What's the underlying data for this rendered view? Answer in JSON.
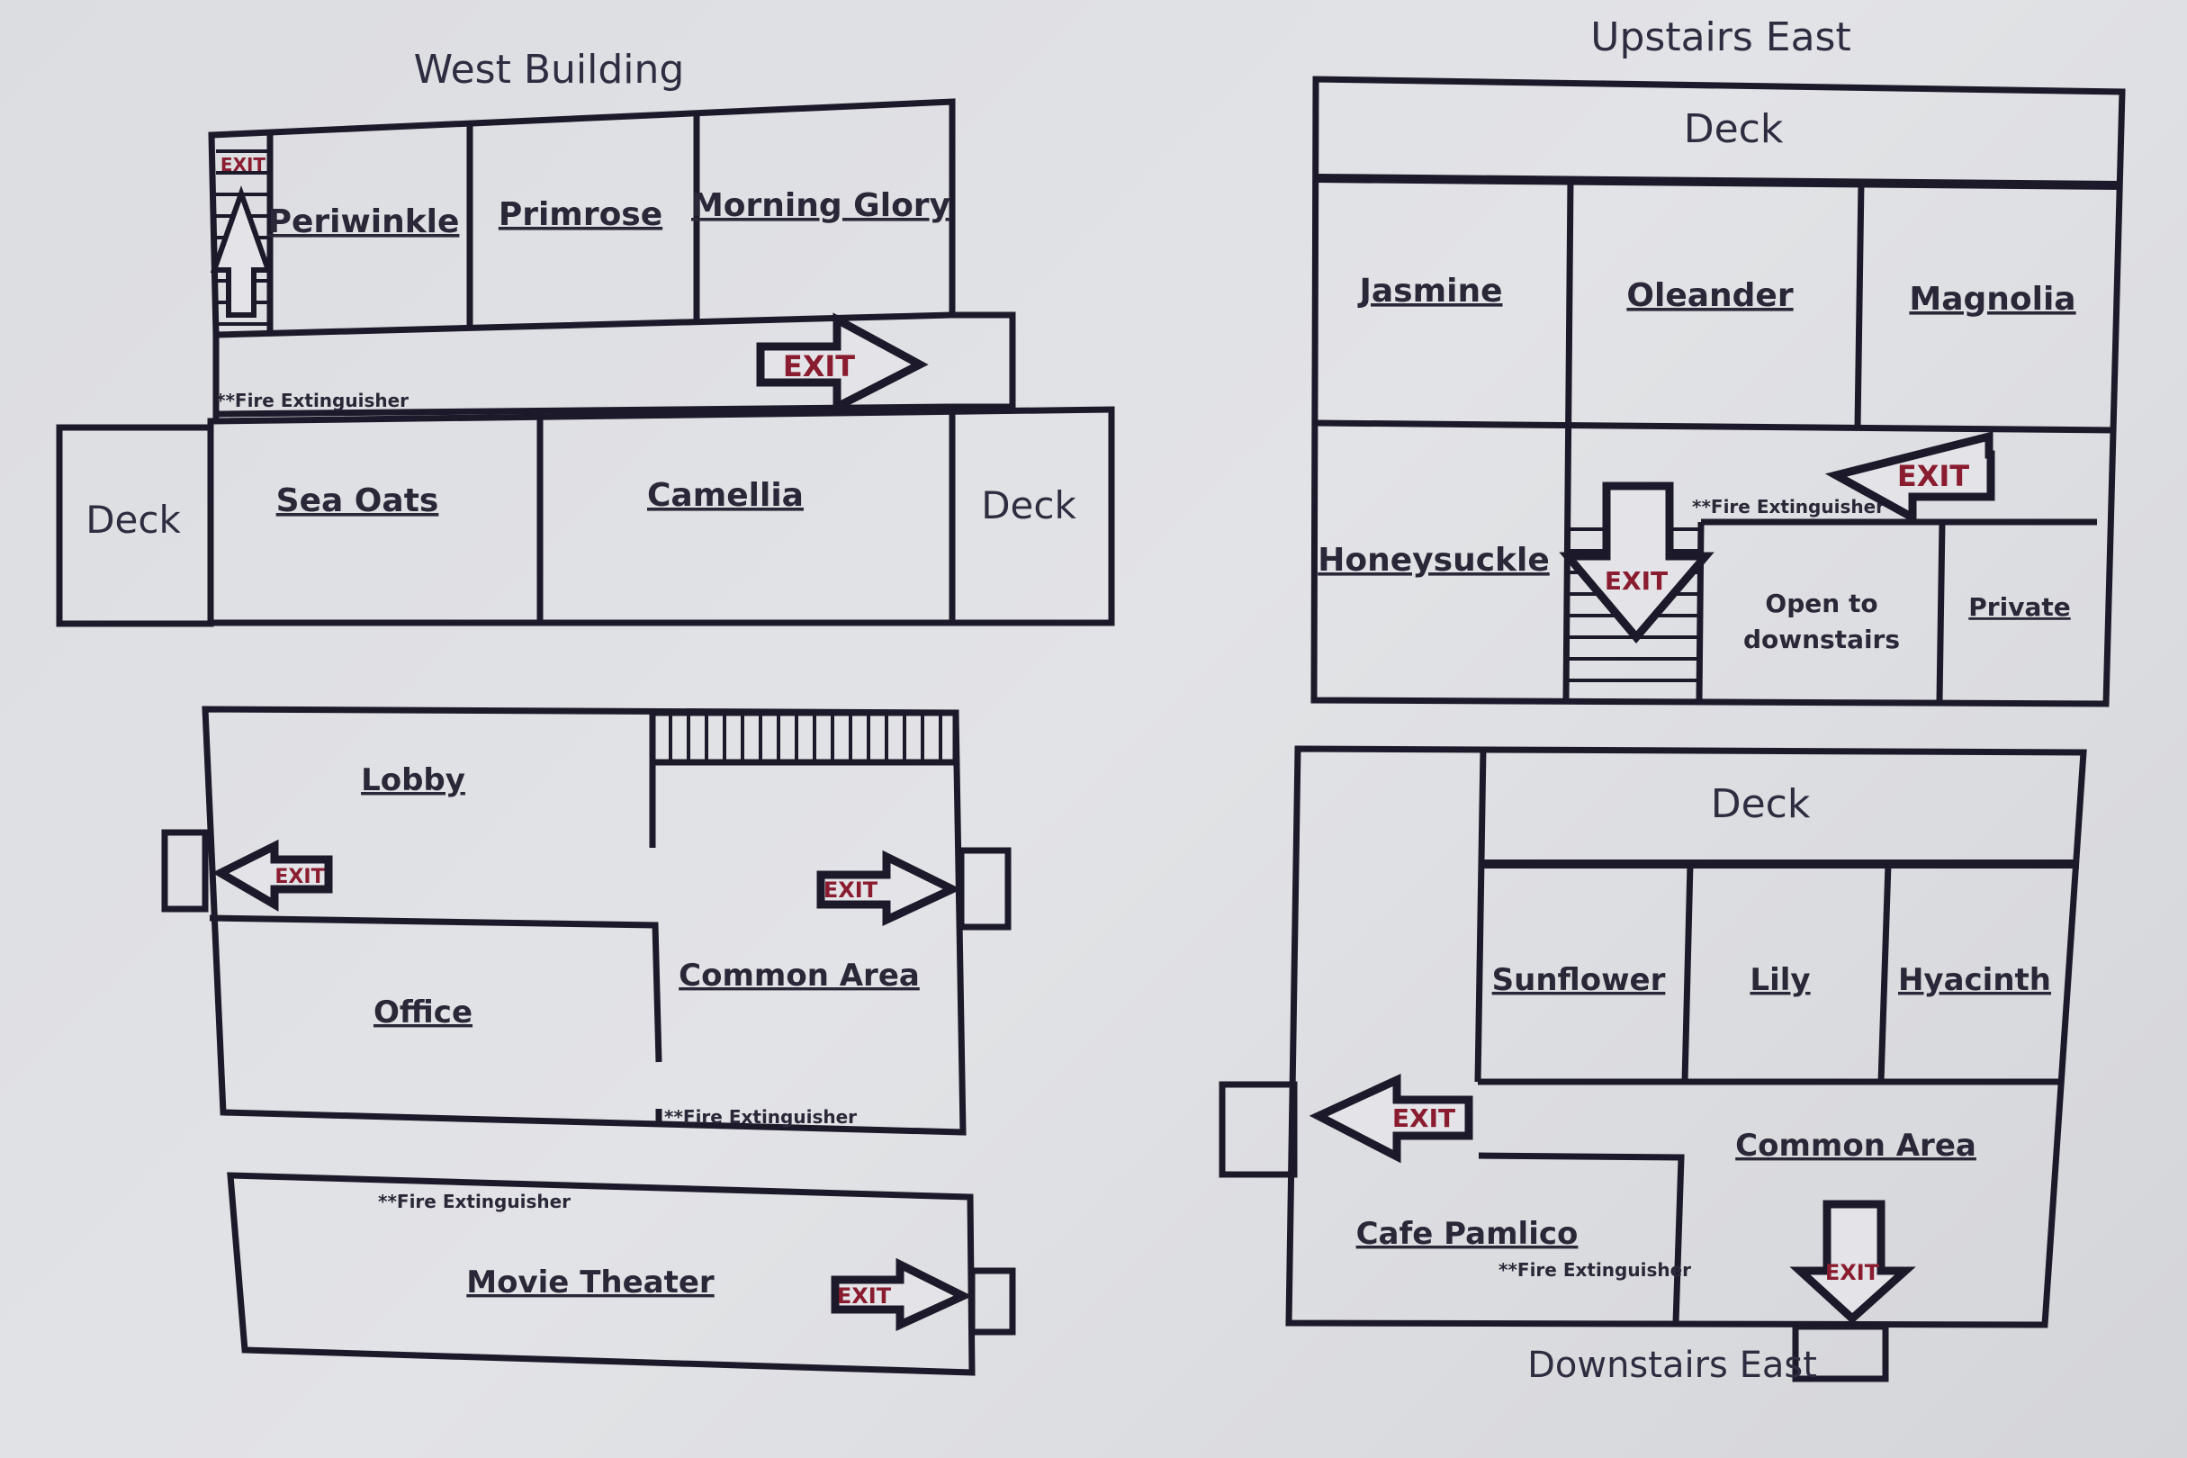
{
  "colors": {
    "wall": "#1c1a2a",
    "exit_text": "#8a1c30",
    "paper": "#e0e1e4",
    "text": "#2a2838"
  },
  "west_building": {
    "title": "West Building",
    "rooms": [
      "Periwinkle",
      "Primrose",
      "Morning Glory",
      "Sea Oats",
      "Camellia"
    ],
    "decks": [
      "Deck",
      "Deck"
    ],
    "fire_extinguisher": "**Fire Extinguisher",
    "exits": [
      "EXIT",
      "EXIT"
    ]
  },
  "upstairs_east": {
    "title": "Upstairs East",
    "deck": "Deck",
    "rooms": [
      "Jasmine",
      "Oleander",
      "Magnolia",
      "Honeysuckle",
      "Private"
    ],
    "open_to_downstairs": [
      "Open to",
      "downstairs"
    ],
    "fire_extinguisher": "**Fire Extinguisher",
    "exits": [
      "EXIT",
      "EXIT"
    ]
  },
  "lobby_building": {
    "rooms": [
      "Lobby",
      "Office",
      "Common Area"
    ],
    "fire_extinguisher": "**Fire Extinguisher",
    "exits": [
      "EXIT",
      "EXIT"
    ]
  },
  "theater_building": {
    "rooms": [
      "Movie Theater"
    ],
    "fire_extinguisher": "**Fire Extinguisher",
    "exits": [
      "EXIT"
    ]
  },
  "downstairs_east": {
    "title": "Downstairs East",
    "deck": "Deck",
    "rooms": [
      "Sunflower",
      "Lily",
      "Hyacinth",
      "Common Area",
      "Cafe Pamlico"
    ],
    "fire_extinguisher": "**Fire Extinguisher",
    "exits": [
      "EXIT",
      "EXIT"
    ]
  }
}
